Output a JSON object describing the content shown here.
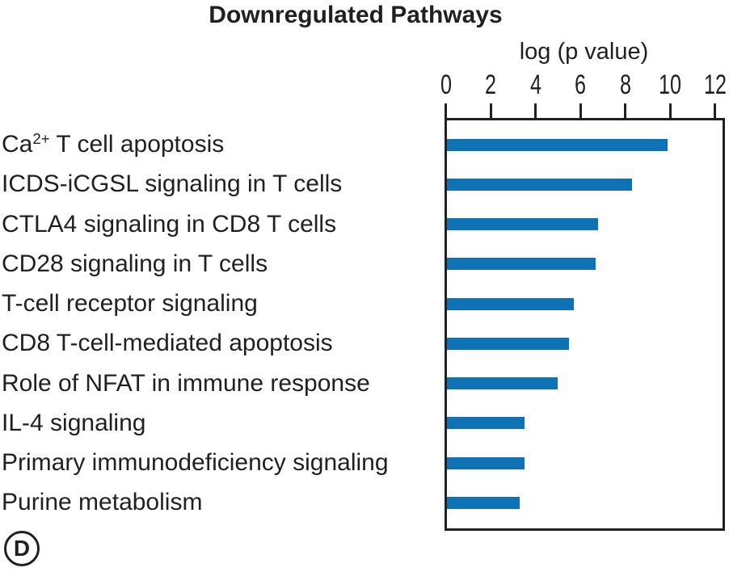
{
  "figure": {
    "panel_label": "D"
  },
  "colors": {
    "bar": "#0e72b5",
    "ink": "#231f20",
    "background": "#ffffff"
  },
  "chart_data": {
    "type": "bar",
    "orientation": "horizontal",
    "title": "Downregulated Pathways",
    "xlabel": "log (p value)",
    "ylabel": "",
    "xlim": [
      0,
      12.4
    ],
    "xticks": [
      0,
      2,
      4,
      6,
      8,
      10,
      12
    ],
    "grid": false,
    "legend": false,
    "axis_position": "top",
    "bar_color": "#0e72b5",
    "categories": [
      "Ca2+ T cell apoptosis",
      "ICDS-iCGSL signaling in T cells",
      "CTLA4 signaling in CD8 T cells",
      "CD28 signaling in T cells",
      "T-cell receptor signaling",
      "CD8 T-cell-mediated apoptosis",
      "Role of NFAT in immune response",
      "IL-4 signaling",
      "Primary immunodeficiency signaling",
      "Purine metabolism"
    ],
    "values": [
      9.9,
      8.3,
      6.8,
      6.7,
      5.7,
      5.5,
      5.0,
      3.5,
      3.5,
      3.3
    ],
    "category_segments": [
      [
        {
          "t": "Ca"
        },
        {
          "t": "2+",
          "sup": true
        },
        {
          "t": " T cell apoptosis"
        }
      ],
      [
        {
          "t": "ICDS-iCGSL signaling in T cells"
        }
      ],
      [
        {
          "t": "CTLA4 signaling in CD8 T cells"
        }
      ],
      [
        {
          "t": "CD28 signaling in T cells"
        }
      ],
      [
        {
          "t": "T-cell receptor signaling"
        }
      ],
      [
        {
          "t": "CD8 T-cell-mediated apoptosis"
        }
      ],
      [
        {
          "t": "Role of NFAT in immune response"
        }
      ],
      [
        {
          "t": "IL-4 signaling"
        }
      ],
      [
        {
          "t": "Primary immunodeficiency signaling"
        }
      ],
      [
        {
          "t": "Purine metabolism"
        }
      ]
    ]
  }
}
